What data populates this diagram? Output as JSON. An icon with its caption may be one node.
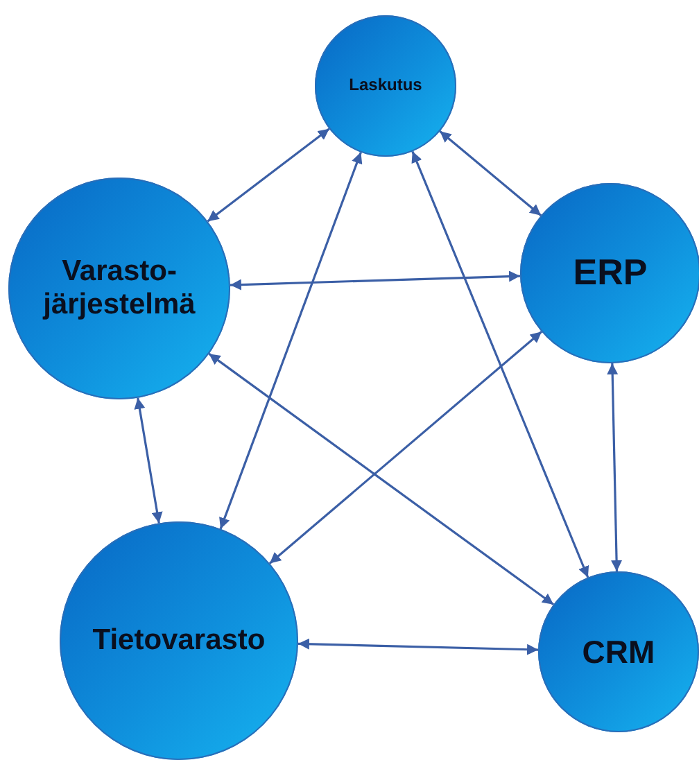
{
  "diagram": {
    "nodes": [
      {
        "text": [
          "Laskutus"
        ]
      },
      {
        "text": [
          "Varasto- järjestelmä"
        ]
      },
      {
        "text": [
          "ERP"
        ]
      },
      {
        "text": [
          "Tietovarasto"
        ]
      },
      {
        "text": [
          "CRM"
        ]
      }
    ],
    "edges": [
      {
        "from": 0,
        "to": 1,
        "arrow": "both"
      },
      {
        "from": 0,
        "to": 2,
        "arrow": "both"
      },
      {
        "from": 0,
        "to": 3,
        "arrow": "both"
      },
      {
        "from": 0,
        "to": 4,
        "arrow": "both"
      },
      {
        "from": 1,
        "to": 2,
        "arrow": "both"
      },
      {
        "from": 1,
        "to": 3,
        "arrow": "both"
      },
      {
        "from": 1,
        "to": 4,
        "arrow": "both"
      },
      {
        "from": 2,
        "to": 3,
        "arrow": "both"
      },
      {
        "from": 2,
        "to": 4,
        "arrow": "both"
      },
      {
        "from": 3,
        "to": 4,
        "arrow": "both"
      }
    ]
  }
}
